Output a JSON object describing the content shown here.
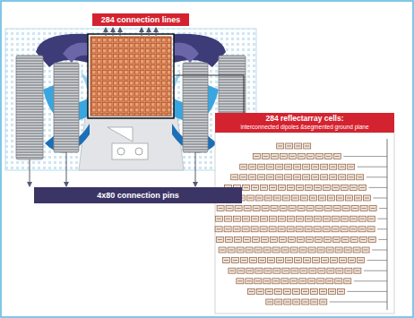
{
  "diagram": {
    "nodes": [
      {
        "text": [
          "284 connection lines"
        ]
      },
      {
        "text": [
          "4x80 connection pins"
        ]
      },
      {
        "text": [
          "284 reflectarray cells:",
          "interconnected dipoles &segmented ground plane"
        ]
      }
    ]
  }
}
